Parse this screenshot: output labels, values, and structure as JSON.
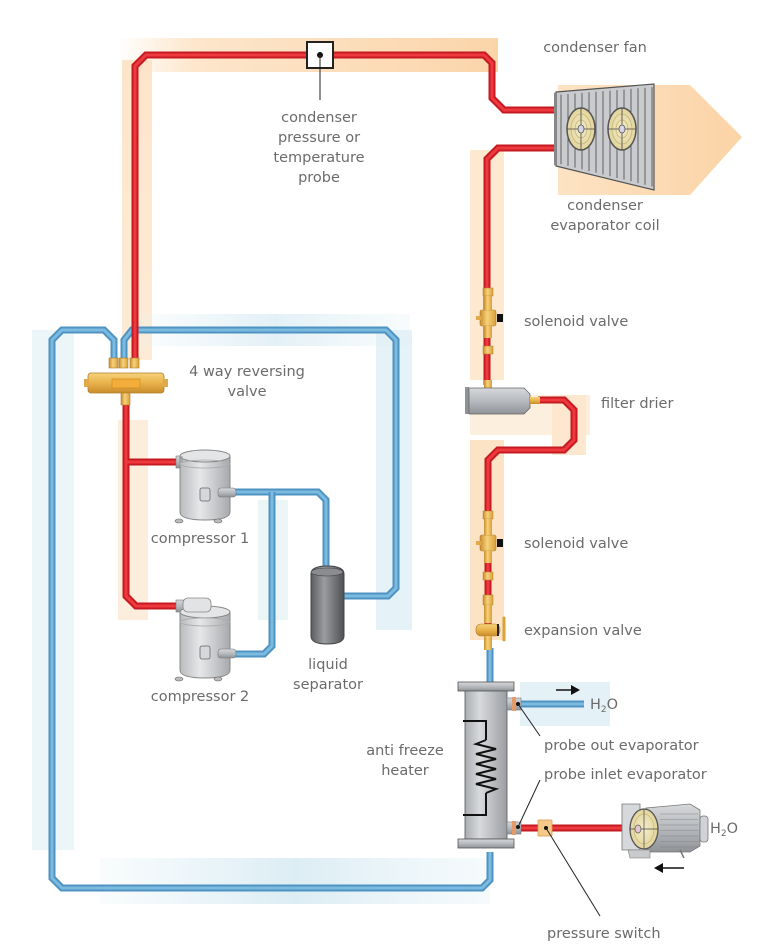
{
  "title": "Heat pump refrigerant circuit diagram",
  "colors": {
    "hot_pipe": "#e0262e",
    "cold_pipe": "#5aa3cf",
    "hot_glow": "#fbd9b0",
    "cold_glow": "#d5ebf3",
    "brass": "#e9b44c",
    "label_text": "#6b6b6b"
  },
  "labels": {
    "condenser_fan": "condenser fan",
    "condenser_probe": [
      "condenser",
      "pressure or",
      "temperature",
      "probe"
    ],
    "condenser_coil": [
      "condenser",
      "evaporator coil"
    ],
    "reversing_valve": [
      "4 way reversing",
      "valve"
    ],
    "solenoid_valve_1": "solenoid valve",
    "filter_drier": "filter drier",
    "solenoid_valve_2": "solenoid valve",
    "expansion_valve": "expansion valve",
    "compressor_1": "compressor 1",
    "compressor_2": "compressor 2",
    "liquid_separator": [
      "liquid",
      "separator"
    ],
    "anti_freeze_heater": [
      "anti freeze",
      "heater"
    ],
    "probe_out_evaporator": "probe out evaporator",
    "probe_inlet_evaporator": "probe inlet evaporator",
    "pressure_switch": "pressure switch",
    "water_out": {
      "base": "H",
      "sub": "2",
      "tail": "O"
    },
    "water_in": {
      "base": "H",
      "sub": "2",
      "tail": "O"
    }
  },
  "flow": {
    "water_out_direction": "right",
    "water_in_direction": "left"
  }
}
